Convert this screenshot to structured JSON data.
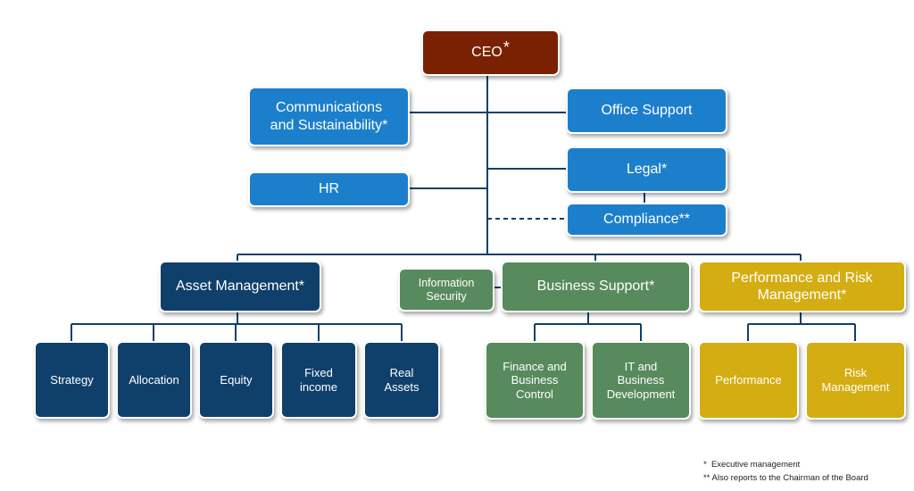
{
  "ceo": {
    "label": "CEO",
    "mark": "*"
  },
  "staff": {
    "communications": "Communications\nand Sustainability*",
    "office_support": "Office Support",
    "legal": "Legal*",
    "hr": "HR",
    "compliance": "Compliance**"
  },
  "divisions": {
    "asset_management": {
      "label": "Asset Management*",
      "units": [
        "Strategy",
        "Allocation",
        "Equity",
        "Fixed\nincome",
        "Real\nAssets"
      ]
    },
    "information_security": "Information\nSecurity",
    "business_support": {
      "label": "Business Support*",
      "units": [
        "Finance and\nBusiness\nControl",
        "IT and\nBusiness\nDevelopment"
      ]
    },
    "performance_risk": {
      "label": "Performance and Risk\nManagement*",
      "units": [
        "Performance",
        "Risk\nManagement"
      ]
    }
  },
  "footnotes": [
    "*  Executive management",
    "** Also reports to the Chairman of the Board"
  ],
  "colors": {
    "ceo": "#7a2104",
    "staff": "#1c7fcc",
    "asset_management": "#0f406b",
    "business_support": "#578a5c",
    "performance_risk": "#d4ad12",
    "connector": "#0f406b"
  }
}
